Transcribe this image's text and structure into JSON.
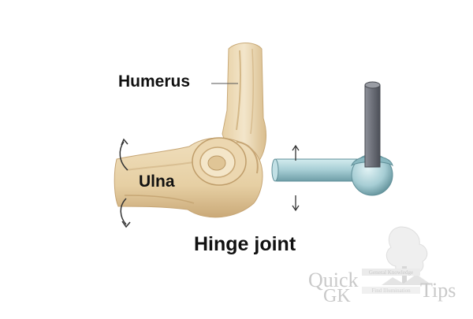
{
  "labels": {
    "humerus": "Humerus",
    "ulna": "Ulna",
    "title": "Hinge joint"
  },
  "watermark": {
    "word1": "Quick",
    "word2": "GK",
    "word3": "Tips",
    "tagline": "General Knowledge",
    "caption": "Find Illumination"
  },
  "colors": {
    "bone_light": "#f1e2c4",
    "bone_mid": "#e2c99c",
    "bone_shadow": "#c7a979",
    "rod_teal": "#a6cdd4",
    "rod_teal_dark": "#6f9ea7",
    "post_gray": "#6c6f78",
    "watermark_gray": "#c9c9c9"
  },
  "icons": {
    "rotation_arrows": "curved-double-arrow-icon",
    "vertical_arrows": "up-down-arrow-icon",
    "tree_logo": "tree-icon"
  }
}
